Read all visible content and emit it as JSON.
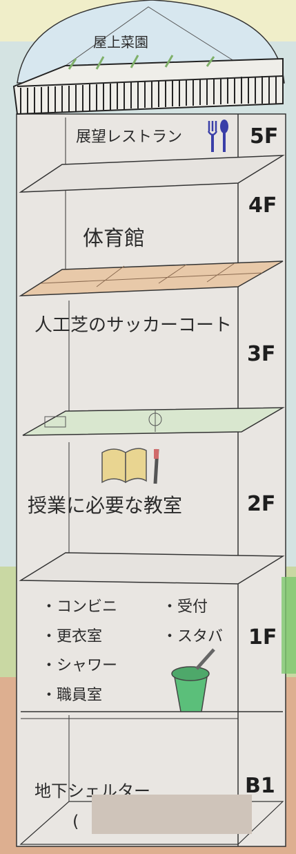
{
  "rooftop": {
    "label": "屋上菜園"
  },
  "floors": [
    {
      "id": "5F",
      "label": "5F",
      "items": [
        "展望レストラン"
      ]
    },
    {
      "id": "4F",
      "label": "4F",
      "items": [
        "体育館"
      ]
    },
    {
      "id": "3F",
      "label": "3F",
      "items": [
        "人工芝のサッカーコート"
      ]
    },
    {
      "id": "2F",
      "label": "2F",
      "items": [
        "授業に必要な教室"
      ]
    },
    {
      "id": "1F",
      "label": "1F",
      "items": [
        "・コンビニ",
        "・更衣室",
        "・シャワー",
        "・職員室",
        "・受付",
        "・スタバ"
      ]
    },
    {
      "id": "B1",
      "label": "B1",
      "items": [
        "地下シェルター",
        "("
      ]
    }
  ],
  "icons": [
    "fork-icon",
    "spoon-icon",
    "book-icon",
    "pen-icon",
    "cup-icon",
    "straw-icon",
    "soccer-field-icon",
    "court-floor-icon"
  ],
  "colors": {
    "sky": "#bcd9e6",
    "grass": "#b8cf8a",
    "ground": "#d59a75",
    "wall": "#e9e6e2",
    "court": "#e8c9a9",
    "field": "#d9e7cf",
    "cup": "#5bbf7a",
    "cutlery": "#3a3fa8",
    "book": "#e9d591"
  }
}
